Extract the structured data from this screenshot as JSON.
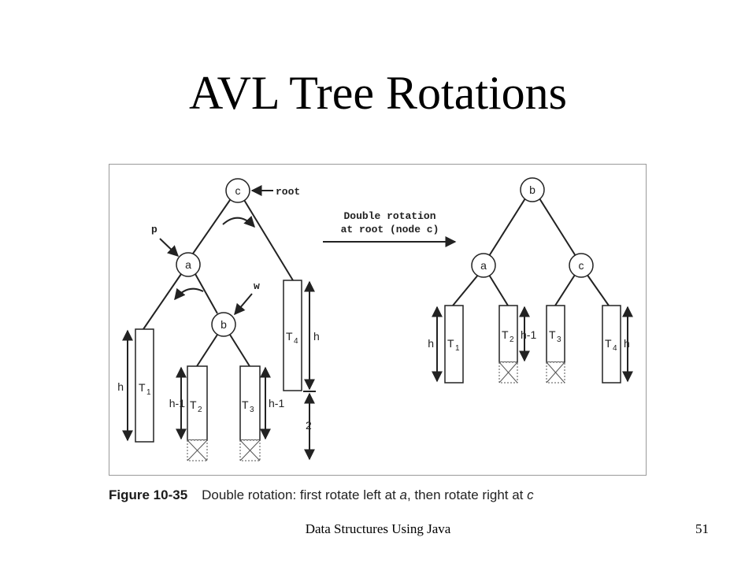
{
  "slide": {
    "title": "AVL Tree Rotations",
    "footer_text": "Data Structures Using Java",
    "page_number": "51"
  },
  "figure": {
    "caption_label": "Figure 10-35",
    "caption_text": "Double rotation: first rotate left at",
    "caption_var_a": "a",
    "caption_mid": ", then rotate right at",
    "caption_var_c": "c"
  },
  "left_tree": {
    "node_c": "c",
    "node_a": "a",
    "node_b": "b",
    "pointer_root": "root",
    "pointer_p": "p",
    "pointer_w": "w",
    "t1_label": "T",
    "t1_sub": "1",
    "t2_label": "T",
    "t2_sub": "2",
    "t3_label": "T",
    "t3_sub": "3",
    "t4_label": "T",
    "t4_sub": "4",
    "h_t1": "h",
    "h_t2": "h-1",
    "h_t3": "h-1",
    "h_t4": "h",
    "h_extra": "2"
  },
  "arrow": {
    "line1": "Double rotation",
    "line2": "at root (node c)"
  },
  "right_tree": {
    "node_b": "b",
    "node_a": "a",
    "node_c": "c",
    "t1_label": "T",
    "t1_sub": "1",
    "t2_label": "T",
    "t2_sub": "2",
    "t3_label": "T",
    "t3_sub": "3",
    "t4_label": "T",
    "t4_sub": "4",
    "h_t1": "h",
    "h_t2": "h-1",
    "h_t4": "h"
  }
}
